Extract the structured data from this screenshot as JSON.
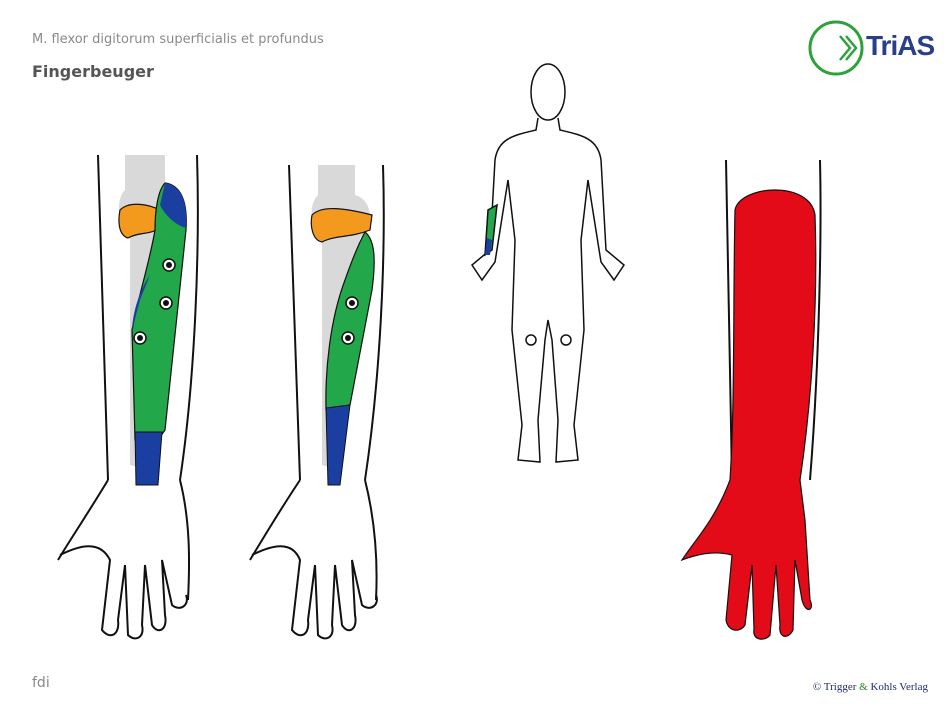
{
  "header": {
    "latin_name": "M. flexor digitorum superficialis et profundus",
    "german_name": "Fingerbeuger"
  },
  "logo": {
    "text": "TriAS",
    "icon": "chevron-circle-icon"
  },
  "footer": {
    "code": "fdi",
    "copyright_prefix": "© Trigger ",
    "copyright_amp": "&",
    "copyright_suffix": " Kohls Verlag"
  },
  "colors": {
    "muscle": "#22a84a",
    "tendon": "#1a3fa0",
    "bone": "#d9d9d9",
    "condyle": "#f39a1e",
    "pain_zone": "#e30b17",
    "logo_green": "#2ea23a",
    "logo_blue": "#2a3f8a"
  }
}
